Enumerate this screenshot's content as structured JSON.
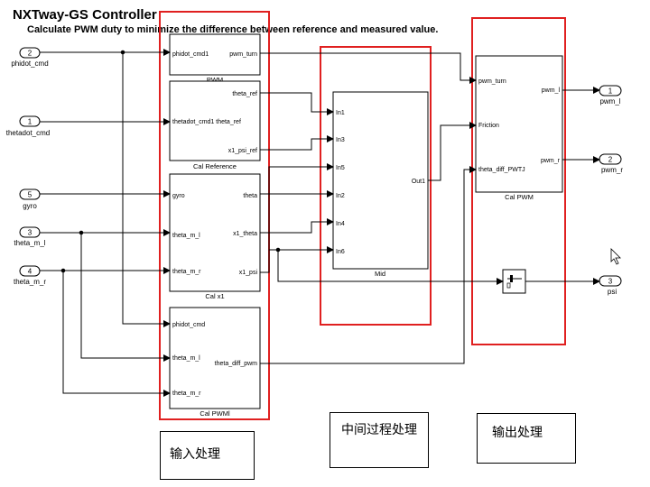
{
  "diagram": {
    "title": "NXTway-GS Controller",
    "subtitle": "Calculate PWM duty to minimize the difference between reference and measured value.",
    "inports": [
      {
        "num": "2",
        "label": "phidot_cmd"
      },
      {
        "num": "1",
        "label": "thetadot_cmd"
      },
      {
        "num": "5",
        "label": "gyro"
      },
      {
        "num": "3",
        "label": "theta_m_l"
      },
      {
        "num": "4",
        "label": "theta_m_r"
      }
    ],
    "outports": [
      {
        "num": "1",
        "label": "pwm_l"
      },
      {
        "num": "2",
        "label": "pwm_r"
      },
      {
        "num": "3",
        "label": "psi"
      }
    ],
    "blocks": {
      "pwm": {
        "name": "PWM",
        "in": [
          "phidot_cmd1"
        ],
        "out": [
          "pwm_turn"
        ]
      },
      "cal_reference": {
        "name": "Cal Reference",
        "in": [
          "thetadot_cmd1 theta_ref"
        ],
        "out": [
          "theta_ref",
          "x1_psi_ref"
        ]
      },
      "cal_x1": {
        "name": "Cal x1",
        "in": [
          "gyro",
          "theta_m_l",
          "theta_m_r"
        ],
        "out": [
          "theta",
          "x1_theta",
          "x1_psi"
        ]
      },
      "cal_pwml": {
        "name": "Cal PWMl",
        "in": [
          "phidot_cmd",
          "theta_m_l",
          "theta_m_r"
        ],
        "out": [
          "theta_diff_pwm"
        ]
      },
      "mid": {
        "name": "Mid",
        "in": [
          "In1",
          "In3",
          "In5",
          "In2",
          "In4",
          "In6"
        ],
        "out": [
          "Out1"
        ]
      },
      "cal_pwm": {
        "name": "Cal PWM",
        "in": [
          "pwm_turn",
          "Friction",
          "theta_diff_PWTJ"
        ],
        "out": [
          "pwm_l",
          "pwm_r"
        ]
      }
    },
    "groups": {
      "input": "输入处理",
      "middle": "中间过程处理",
      "output": "输出处理"
    },
    "colors": {
      "group_border": "#e02020",
      "wire": "#000000"
    }
  }
}
